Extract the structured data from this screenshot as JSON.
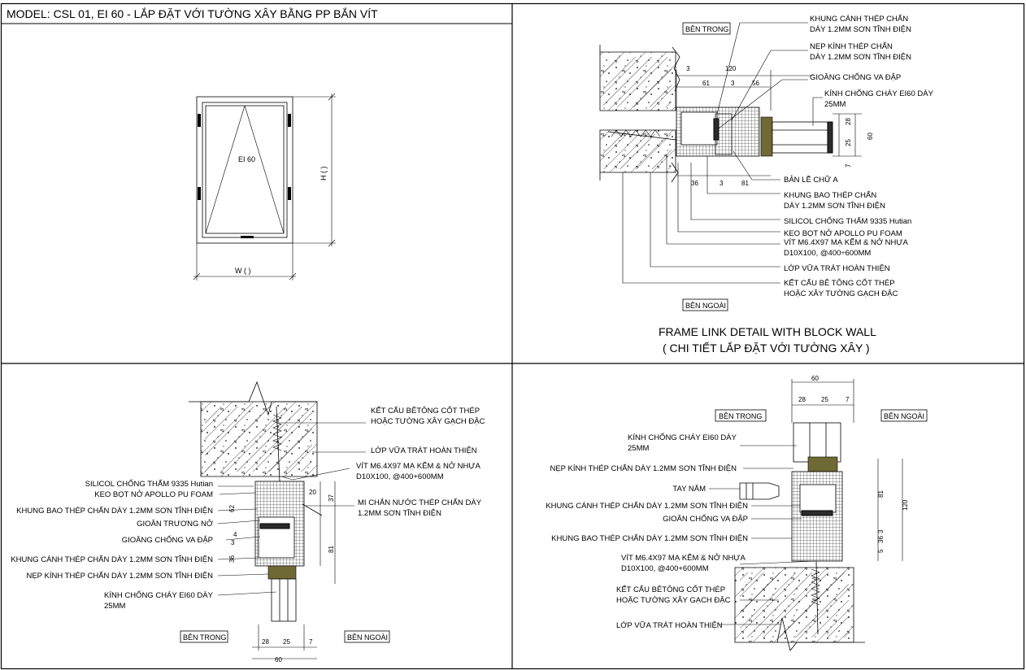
{
  "sheet": {
    "title": "MODEL: CSL 01, EI 60 - LẮP ĐẶT VỚI TƯỜNG XÂY BẰNG PP BẮN VÍT"
  },
  "elevation": {
    "panel_label": "EI 60",
    "height_label": "H (   )",
    "width_label": "W (   )"
  },
  "top_right": {
    "inside_tag": "BÊN TRONG",
    "outside_tag": "BÊN NGOÀI",
    "callouts": [
      "KHUNG CÁNH THÉP CHẤN\nDÀY 1.2MM SƠN TĨNH ĐIỆN",
      "NẸP KÍNH THÉP CHẤN\nDÀY 1.2MM SƠN TĨNH ĐIỆN",
      "GIOĂNG CHỐNG VA ĐẬP",
      "KÍNH CHỐNG CHÁY EI60 DÀY\n25MM",
      "BẢN LỀ CHỮ A",
      "KHUNG BAO THÉP CHẤN\nDÀY 1.2MM SƠN TĨNH ĐIỆN",
      "SILICOL CHỐNG THẤM 9335 Hutian",
      "KEO BỌT NỞ APOLLO PU FOAM",
      "VÍT M6.4X97 MẠ KẼM & NỞ NHỰA\nD10X100, @400÷600MM",
      "LỚP VỮA TRÁT HOÀN THIỆN",
      "KẾT CẤU BÊ TÔNG CỐT THÉP\nHOẶC XÂY TƯỜNG GẠCH ĐẶC"
    ],
    "dims": [
      "3",
      "120",
      "61",
      "3",
      "56",
      "28",
      "60",
      "25",
      "7",
      "36",
      "3",
      "81"
    ],
    "caption_line1": "FRAME LINK DETAIL WITH BLOCK WALL",
    "caption_line2": "( CHI TIẾT LẮP ĐẶT VỚI TƯỜNG XÂY )"
  },
  "bottom_left": {
    "inside_tag": "BÊN TRONG",
    "outside_tag": "BÊN NGOÀI",
    "callouts_right": [
      "KẾT CẤU BÊTÔNG CỐT THÉP\nHOẶC TƯỜNG XÂY GẠCH ĐẶC",
      "LỚP VỮA TRÁT HOÀN THIỆN",
      "VÍT M6.4X97 MẠ KẼM & NỞ NHỰA\nD10X100, @400+600MM",
      "MI CHẮN NƯỚC THÉP CHẤN DÀY\n1.2MM SƠN TĨNH ĐIỆN"
    ],
    "callouts_left": [
      "SILICOL CHỐNG THẤM 9335 Hutian",
      "KEO BỌT NỞ APOLLO PU FOAM",
      "KHUNG BAO THÉP CHẤN DÀY 1.2MM SƠN TĨNH ĐIỆN",
      "GIOĂN TRƯƠNG NỞ",
      "GIOĂNG CHỐNG VA ĐẬP",
      "KHUNG CÁNH THÉP CHẤN DÀY 1.2MM SƠN TĨNH ĐIỆN",
      "NẸP KÍNH THÉP CHẤN DÀY 1.2MM SƠN TĨNH ĐIỆN",
      "KÍNH CHỐNG CHÁY EI60 DÀY\n25MM"
    ],
    "dims": [
      "20",
      "37",
      "62",
      "4",
      "81",
      "3",
      "36",
      "28",
      "25",
      "7",
      "60"
    ]
  },
  "bottom_right": {
    "inside_tag": "BÊN TRONG",
    "outside_tag": "BÊN NGOÀI",
    "callouts": [
      "KÍNH CHỐNG CHÁY EI60 DÀY\n25MM",
      "NẸP KÍNH THÉP CHẤN DÀY 1.2MM SƠN TĨNH ĐIỆN",
      "TAY NẮM",
      "KHUNG CÁNH THÉP CHẤN DÀY 1.2MM SƠN TĨNH ĐIỆN",
      "GIOĂN CHỐNG VA ĐẬP",
      "KHUNG BAO THÉP CHẤN DÀY 1.2MM SƠN TĨNH ĐIỆN",
      "VÍT M6.4X97 MẠ KẼM & NỞ NHỰA\nD10X100, @400+600MM",
      "KẾT CẤU BÊTÔNG CỐT THÉP\nHOẶC TƯỜNG XÂY GẠCH ĐẶC",
      "LỚP VỮA TRÁT HOÀN THIỆN"
    ],
    "dims": [
      "60",
      "28",
      "25",
      "7",
      "81",
      "120",
      "5",
      "36",
      "3"
    ]
  },
  "colors": {
    "line": "#000000",
    "glass_frame": "#6f6a35",
    "background": "#ffffff"
  }
}
